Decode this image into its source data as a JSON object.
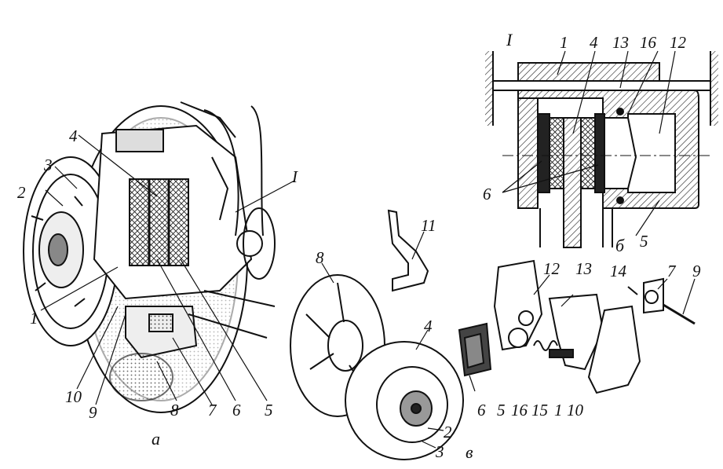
{
  "figure": {
    "sections": {
      "a": "а",
      "b": "б",
      "c": "в"
    },
    "detail_mark": "I",
    "assembly_labels": {
      "l1": "1",
      "l2": "2",
      "l3": "3",
      "l4": "4",
      "l5": "5",
      "l6": "6",
      "l7": "7",
      "l8": "8",
      "l9": "9",
      "l10": "10",
      "lI": "I"
    },
    "exploded_labels": {
      "e8": "8",
      "e11": "11",
      "e4": "4",
      "e2": "2",
      "e3": "3",
      "e12": "12",
      "e13": "13",
      "e14": "14",
      "e7": "7",
      "e9": "9",
      "e6": "6",
      "e5": "5",
      "e16": "16",
      "e15": "15",
      "e1": "1",
      "e10": "10"
    },
    "section_labels": {
      "s1": "1",
      "s4": "4",
      "s13": "13",
      "s16": "16",
      "s12": "12",
      "s6": "6",
      "s5": "5"
    }
  }
}
